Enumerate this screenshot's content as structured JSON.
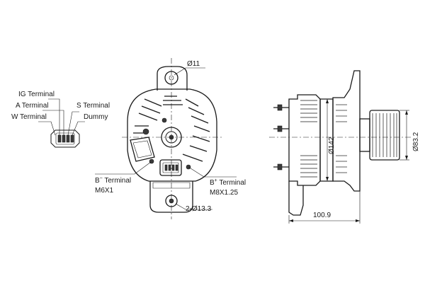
{
  "labels": {
    "ig_terminal": "IG Terminal",
    "a_terminal": "A Terminal",
    "w_terminal": "W Terminal",
    "s_terminal": "S Terminal",
    "dummy": "Dummy",
    "b_minus_terminal": "B",
    "b_minus_sup": "−",
    "b_minus_suffix": " Terminal",
    "b_minus_thread": "M6X1",
    "b_plus_terminal": "B",
    "b_plus_sup": "+",
    "b_plus_suffix": " Terminal",
    "b_plus_thread": "M8X1.25"
  },
  "dimensions": {
    "upper_hole": "Ø11",
    "mount_holes": "2-Ø13.3",
    "body_diameter": "Ø142",
    "pulley_diameter": "Ø83.2",
    "length": "100.9"
  }
}
